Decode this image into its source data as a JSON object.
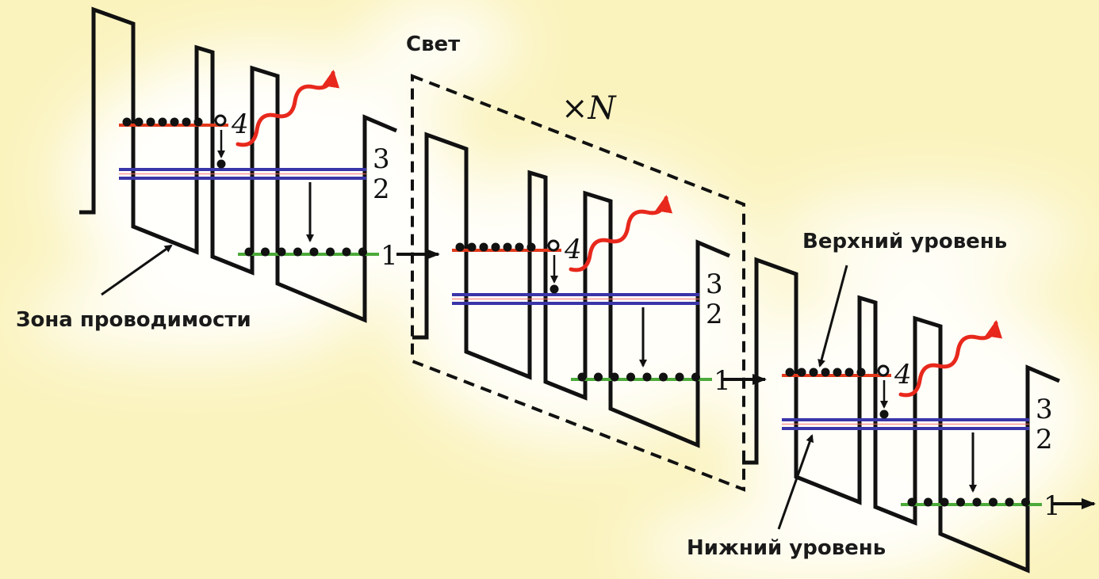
{
  "labels": {
    "light": "Свет",
    "conduction_band": "Зона проводимости",
    "upper_level": "Верхний уровень",
    "lower_level": "Нижний уровень",
    "repeat": "×N"
  },
  "stages": [
    {
      "levels": [
        "4",
        "3",
        "2",
        "1"
      ]
    },
    {
      "levels": [
        "4",
        "3",
        "2",
        "1"
      ]
    },
    {
      "levels": [
        "4",
        "3",
        "2",
        "1"
      ]
    }
  ],
  "colors": {
    "background": "#fbf3be",
    "level_4": "#e23a1c",
    "level_3_2": "#3a35a8",
    "level_1": "#4caa3a",
    "photon": "#e8281c",
    "band_edge": "#111111"
  },
  "icons": {
    "photon": "wavy-arrow-icon",
    "transition": "down-arrow-icon",
    "carrier": "electron-dot-icon"
  }
}
